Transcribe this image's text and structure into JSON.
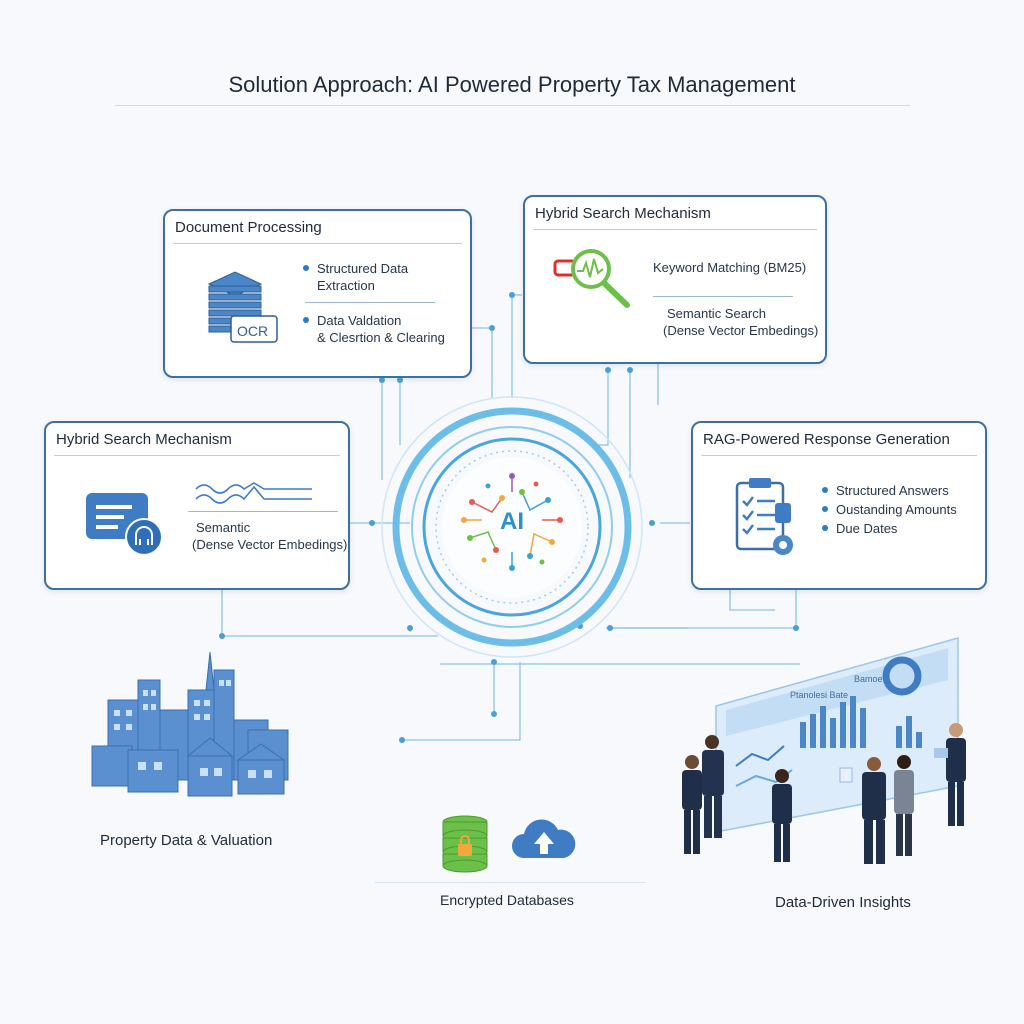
{
  "title": "Solution Approach: AI Powered Property Tax Management",
  "hub": {
    "label": "AI"
  },
  "cards": {
    "document_processing": {
      "title": "Document Processing",
      "ocr_label": "OCR",
      "items": [
        {
          "line1": "Structured Data",
          "line2": "Extraction"
        },
        {
          "line1": "Data Valdation",
          "line2": "& Clesrtion & Clearing"
        }
      ]
    },
    "hybrid_search_top": {
      "title": "Hybrid Search Mechanism",
      "keyword": "Keyword Matching (BM25)",
      "semantic_line1": "Semantic Search",
      "semantic_line2": "(Dense Vector Embedings)"
    },
    "hybrid_search_left": {
      "title": "Hybrid Search Mechanism",
      "semantic_line1": "Semantic",
      "semantic_line2": "(Dense Vector Embedings)"
    },
    "rag": {
      "title": "RAG-Powered Response Generation",
      "items": [
        "Structured Answers",
        "Oustanding Amounts",
        "Due Dates"
      ]
    }
  },
  "captions": {
    "property": "Property Data & Valuation",
    "databases": "Encrypted Databases",
    "insights": "Data-Driven Insights"
  },
  "dashboard": {
    "header_left": "Ptanolesi Bate",
    "header_right": "Bamoe"
  },
  "colors": {
    "accent": "#2f7bc0",
    "ring": "#5fb4e6",
    "card_border": "#3f6f9e",
    "green": "#6cc04a"
  }
}
